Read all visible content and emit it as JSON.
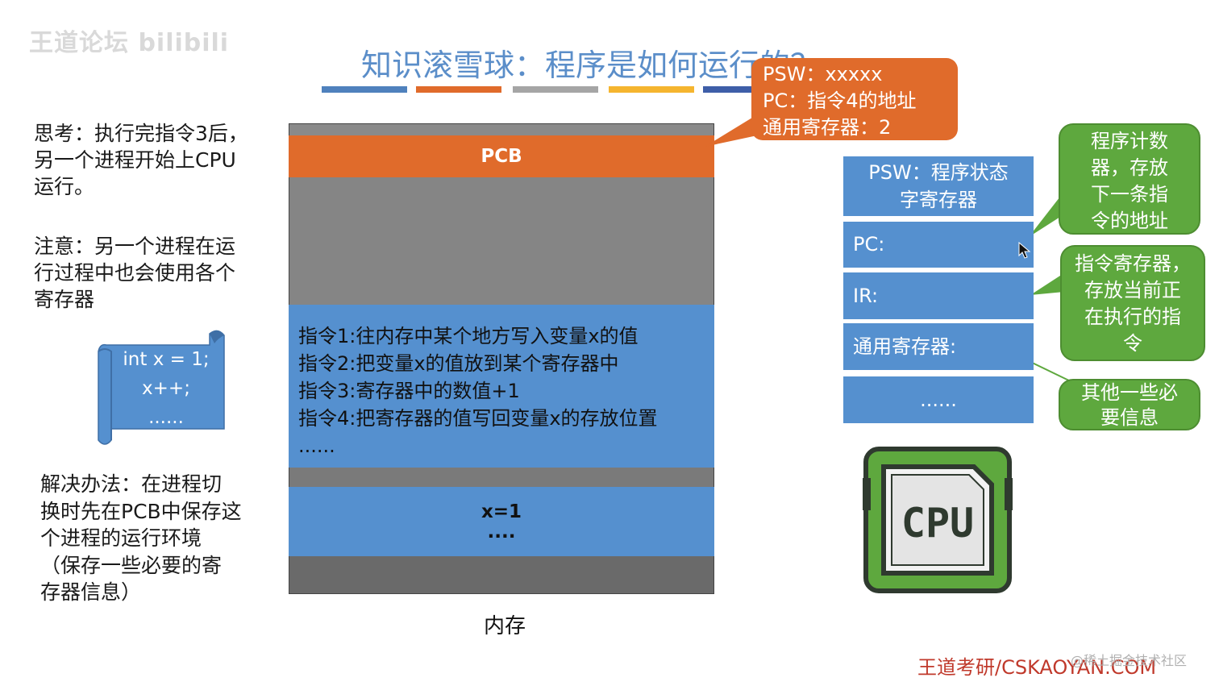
{
  "watermark": {
    "logo": "王道论坛 bilibili",
    "corner": "@稀土掘金技术社区"
  },
  "title": "知识滚雪球：程序是如何运行的？",
  "title_bar_colors": [
    "#4f81bd",
    "#e06b2b",
    "#a5a5a5",
    "#f5b52f",
    "#3e5ea8"
  ],
  "left_notes": {
    "think": [
      "思考：执行完指令3后，",
      "另一个进程开始上CPU",
      "运行。"
    ],
    "notice": [
      "注意：另一个进程在运",
      "行过程中也会使用各个",
      "寄存器"
    ],
    "solution": [
      "解决办法：在进程切",
      "换时先在PCB中保存这",
      "个进程的运行环境",
      "（保存一些必要的寄",
      "存器信息）"
    ]
  },
  "code_scroll": [
    "int x = 1;",
    "x++;",
    "......"
  ],
  "memory": {
    "pcb": "PCB",
    "instructions": [
      "指令1:往内存中某个地方写入变量x的值",
      "指令2:把变量x的值放到某个寄存器中",
      "指令3:寄存器中的数值+1",
      "指令4:把寄存器的值写回变量x的存放位置",
      "......"
    ],
    "data": [
      "x=1",
      "...."
    ],
    "label": "内存"
  },
  "pcb_callout": [
    "PSW：xxxxx",
    "PC：指令4的地址",
    "通用寄存器：2"
  ],
  "registers": {
    "psw": [
      "PSW：程序状态",
      "字寄存器"
    ],
    "pc": "PC:",
    "ir": "IR:",
    "general": "通用寄存器:",
    "more": "......"
  },
  "green_notes": {
    "pc_note": [
      "程序计数",
      "器，存放",
      "下一条指",
      "令的地址"
    ],
    "ir_note": [
      "指令寄存器，",
      "存放当前正",
      "在执行的指",
      "令"
    ],
    "other_note": [
      "其他一些必",
      "要信息"
    ]
  },
  "cpu_icon": {
    "label": "CPU",
    "icon": "cpu-chip-icon"
  },
  "footer": {
    "brand": "王道考研/CSKAOYAN.COM"
  },
  "colors": {
    "accent_blue": "#5590cf",
    "orange": "#e06b2b",
    "green": "#5ea83e",
    "title_blue": "#5b8ec9"
  }
}
